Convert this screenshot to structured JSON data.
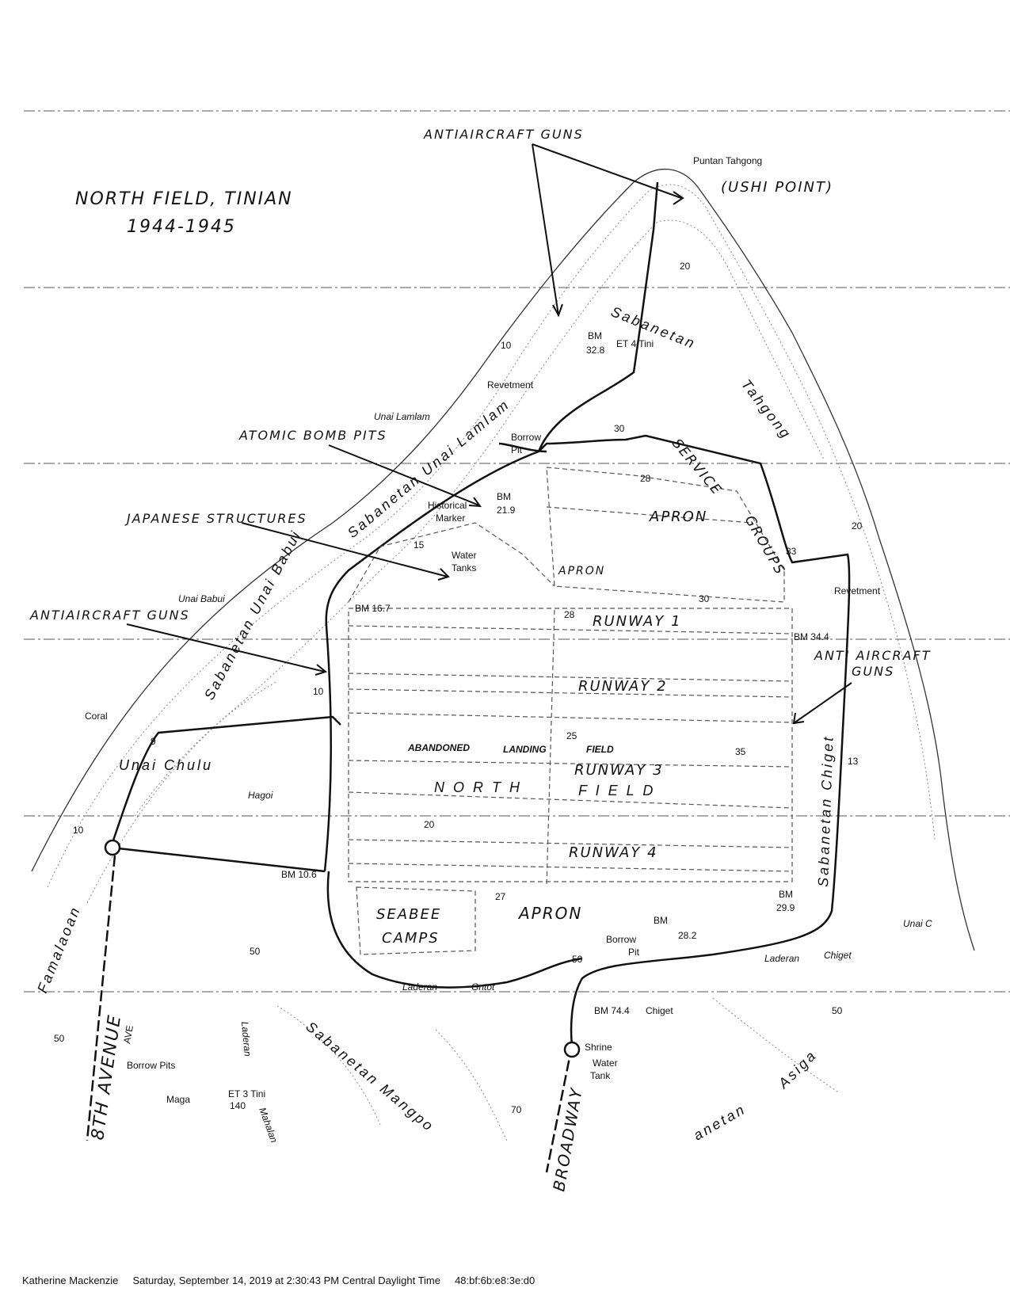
{
  "title": {
    "line1": "NORTH FIELD, TINIAN",
    "line2": "1944-1945"
  },
  "annotations": {
    "aa_guns_top": "ANTIAIRCRAFT GUNS",
    "atomic_bomb_pits": "ATOMIC BOMB PITS",
    "japanese_structures": "JAPANESE STRUCTURES",
    "aa_guns_left": "ANTIAIRCRAFT GUNS",
    "aa_guns_right_1": "ANTI AIRCRAFT",
    "aa_guns_right_2": "GUNS",
    "ushi_point": "(USHI POINT)",
    "service": "SERVICE",
    "groups": "GROUPS",
    "apron_top": "APRON",
    "apron_mid": "APRON",
    "apron_bottom": "APRON",
    "runway1": "RUNWAY 1",
    "runway2": "RUNWAY 2",
    "runway3": "RUNWAY 3",
    "runway4": "RUNWAY 4",
    "seabee": "SEABEE",
    "camps": "CAMPS",
    "eighth_avenue": "8TH AVENUE",
    "broadway": "BROADWAY"
  },
  "places": {
    "puntan_tahgong": "Puntan Tahgong",
    "sabanetan_top": "Sabanetan",
    "tahgong": "Tahgong",
    "revetment_top": "Revetment",
    "unai_lamlam": "Unai Lamlam",
    "sabanetan_unai_lamlam": "Sabanetan Unai Lamlam",
    "borrow": "Borrow",
    "pit": "Pit",
    "historical": "Historical",
    "marker": "Marker",
    "water": "Water",
    "tanks": "Tanks",
    "revetment_right": "Revetment",
    "unai_babui": "Unai Babui",
    "sabanetan_unai_babui": "Sabanetan Unai Babui",
    "coral": "Coral",
    "unai_chulu": "Unai Chulu",
    "hagoi": "Hagoi",
    "abandoned": "ABANDONED",
    "landing": "LANDING",
    "field_small": "FIELD",
    "north": "N O R T H",
    "field": "F I E L D",
    "sabanetan_chiget": "Sabanetan Chiget",
    "unai_c": "Unai C",
    "laderan_chiget_1": "Laderan",
    "laderan_chiget_2": "Chiget",
    "laderan_gntot_1": "Laderan",
    "laderan_gntot_2": "Gntot",
    "borrow_pit_2a": "Borrow",
    "borrow_pit_2b": "Pit",
    "famalaoan": "Famalaoan",
    "ave": "AVE",
    "sabanetan_mangpo": "Sabanetan Mangpo",
    "laderan_mahalang_1": "Laderan",
    "laderan_mahalang_2": "Mahalan",
    "shrine": "Shrine",
    "water_tank_1": "Water",
    "water_tank_2": "Tank",
    "borrow_pits": "Borrow Pits",
    "maga": "Maga",
    "et3_tini": "ET 3 Tini",
    "et3_num": "140",
    "sabanetan_asiga_1": "anetan",
    "sabanetan_asiga_2": "Asiga"
  },
  "benchmarks": {
    "bm_328_a": "BM",
    "bm_328_b": "32.8",
    "et4": "ET 4 Tini",
    "bm_219_a": "BM",
    "bm_219_b": "21.9",
    "bm_167": "BM 16.7",
    "bm_344": "BM 34.4",
    "bm_106": "BM 10.6",
    "bm_299_a": "BM",
    "bm_299_b": "29.9",
    "bm_282_a": "BM",
    "bm_282_b": "28.2",
    "bm_744": "BM 74.4",
    "chiget": "Chiget"
  },
  "contours": [
    "20",
    "10",
    "30",
    "28",
    "15",
    "20",
    "33",
    "30",
    "28",
    "10",
    "9",
    "25",
    "35",
    "13",
    "20",
    "10",
    "27",
    "50",
    "50",
    "50",
    "50",
    "70"
  ],
  "footer": {
    "name": "Katherine Mackenzie",
    "datetime": "Saturday, September 14, 2019 at 2:30:43 PM Central Daylight Time",
    "id": "48:bf:6b:e8:3e:d0"
  }
}
